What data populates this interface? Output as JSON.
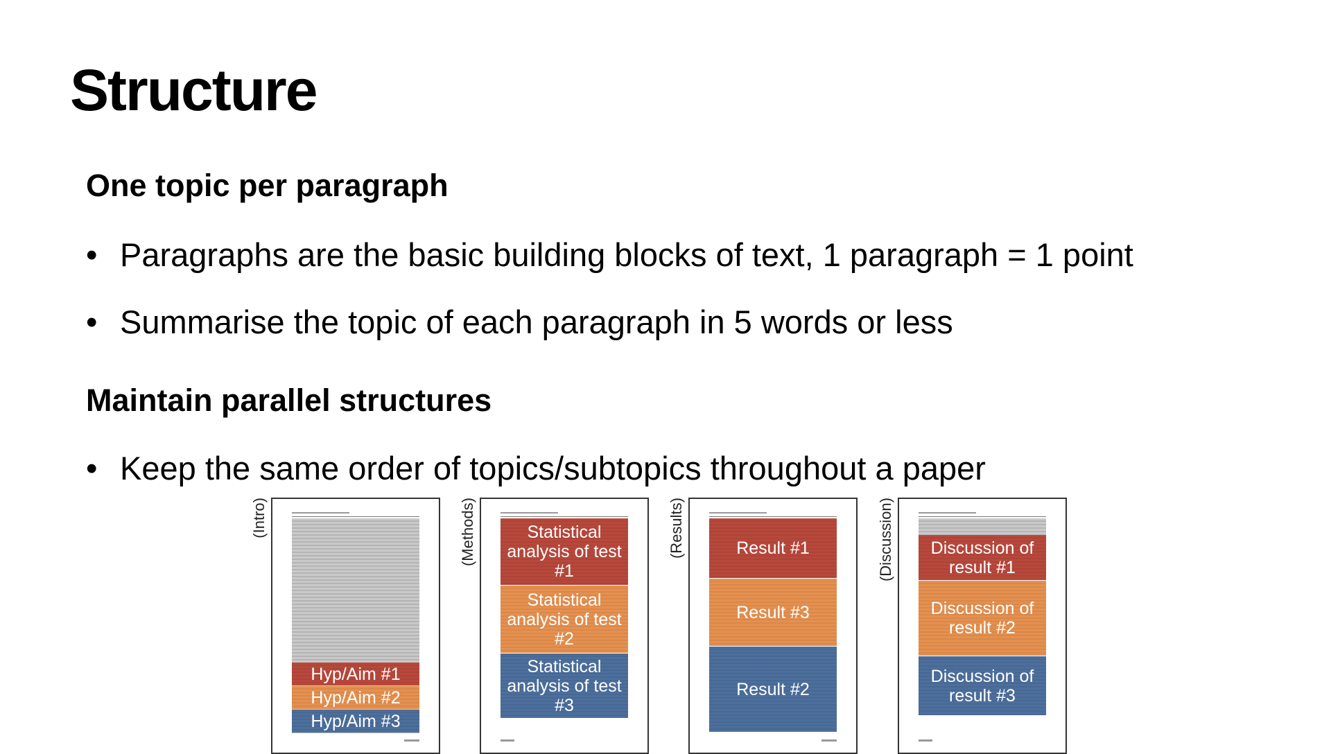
{
  "slide": {
    "title": "Structure",
    "section1_heading": "One topic per paragraph",
    "section1_bullets": [
      "Paragraphs are the basic building blocks of text, 1 paragraph = 1 point",
      "Summarise the topic of each paragraph in 5 words or less"
    ],
    "section2_heading": "Maintain parallel structures",
    "section2_bullets": [
      "Keep the same order of topics/subtopics throughout a paper"
    ],
    "bullet_char": "•"
  },
  "papers": [
    {
      "label": "(Intro)",
      "blocks": [
        {
          "text": "Hyp/Aim #1",
          "color": "#b8483c"
        },
        {
          "text": "Hyp/Aim #2",
          "color": "#e5904f"
        },
        {
          "text": "Hyp/Aim #3",
          "color": "#4c6f9c"
        }
      ]
    },
    {
      "label": "(Methods)",
      "blocks": [
        {
          "text": "Statistical analysis of test #1",
          "color": "#b8483c"
        },
        {
          "text": "Statistical analysis of test #2",
          "color": "#e5904f"
        },
        {
          "text": "Statistical analysis of test #3",
          "color": "#4c6f9c"
        }
      ]
    },
    {
      "label": "(Results)",
      "blocks": [
        {
          "text": "Result #1",
          "color": "#b8483c"
        },
        {
          "text": "Result #3",
          "color": "#e5904f"
        },
        {
          "text": "Result #2",
          "color": "#4c6f9c"
        }
      ]
    },
    {
      "label": "(Discussion)",
      "blocks": [
        {
          "text": "Discussion of result #1",
          "color": "#b8483c"
        },
        {
          "text": "Discussion of result #2",
          "color": "#e5904f"
        },
        {
          "text": "Discussion of result #3",
          "color": "#4c6f9c"
        }
      ]
    }
  ]
}
